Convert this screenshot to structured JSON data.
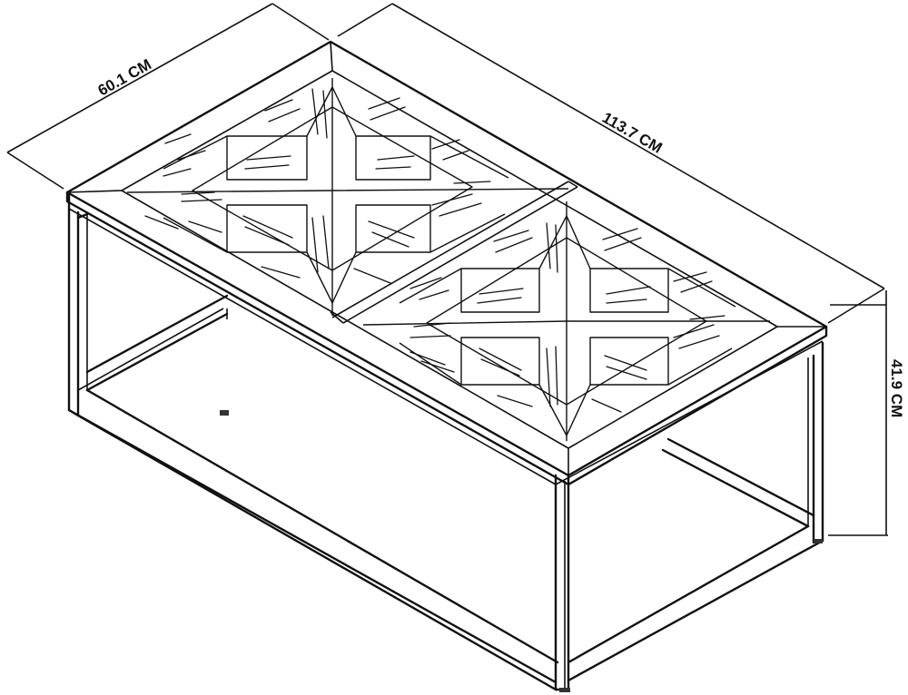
{
  "dimensions": {
    "depth": "60.1 CM",
    "length": "113.7 CM",
    "height": "41.9 CM"
  },
  "colors": {
    "line": "#111111",
    "background": "#ffffff"
  }
}
